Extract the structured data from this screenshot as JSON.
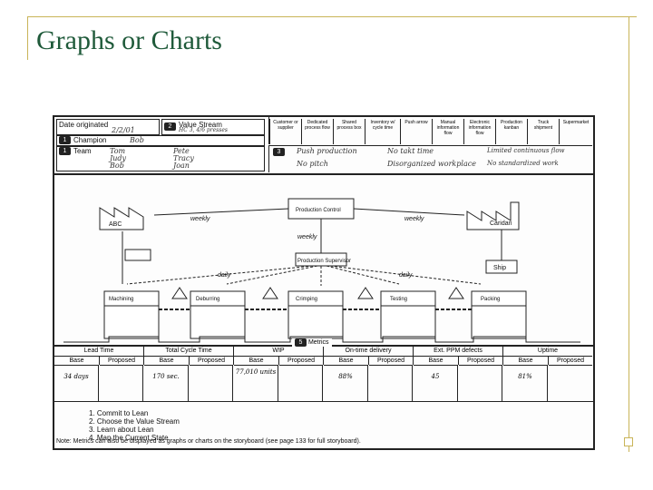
{
  "slide": {
    "title": "Graphs or Charts",
    "frame_color": "#c9b458",
    "title_color": "#1f5a3a"
  },
  "storyboard": {
    "date_label": "Date originated",
    "date_value": "2/2/01",
    "value_stream_label": "Value Stream",
    "value_stream_value": "HC 3, 4/6 presses",
    "champion_label": "Champion",
    "champion_value": "Bob",
    "team_label": "Team",
    "team_col1": [
      "Tom",
      "Judy",
      "Bob"
    ],
    "team_col2": [
      "Pete",
      "Tracy",
      "Joan"
    ],
    "legend": [
      "Customer or supplier",
      "Dedicated process flow",
      "Shared process box",
      "Inventory w/ cycle time",
      "Push arrow",
      "Manual information flow",
      "Electronic information flow",
      "Production kanban",
      "Truck shipment",
      "Supermarket"
    ],
    "issues": [
      "Push production",
      "No pitch",
      "No takt time",
      "Disorganized workplace",
      "Limited continuous flow",
      "No standardized work"
    ],
    "map": {
      "supplier": "ABC",
      "customer": "Caridan",
      "control": "Production Control",
      "supervisor": "Production Supervisor",
      "ship": "Ship",
      "weekly": "weekly",
      "daily": "daily",
      "processes": [
        "Machining",
        "Deburring",
        "Crimping",
        "Testing",
        "Packing"
      ]
    },
    "metrics": {
      "title": "Metrics",
      "groups": [
        "Lead Time",
        "Total Cycle Time",
        "WIP",
        "On-time delivery",
        "Ext. PPM defects",
        "Uptime"
      ],
      "sub": [
        "Base",
        "Proposed"
      ],
      "values": [
        "34 days",
        "",
        "170 sec.",
        "",
        "77,010 units",
        "",
        "88%",
        "",
        "45",
        "",
        "81%",
        ""
      ]
    },
    "steps": [
      "1. Commit to Lean",
      "2. Choose the Value Stream",
      "3. Learn about Lean",
      "4. Map the Current State"
    ],
    "note": "Note: Metrics can also be displayed as graphs or charts on the storyboard (see page 133 for full storyboard)."
  }
}
